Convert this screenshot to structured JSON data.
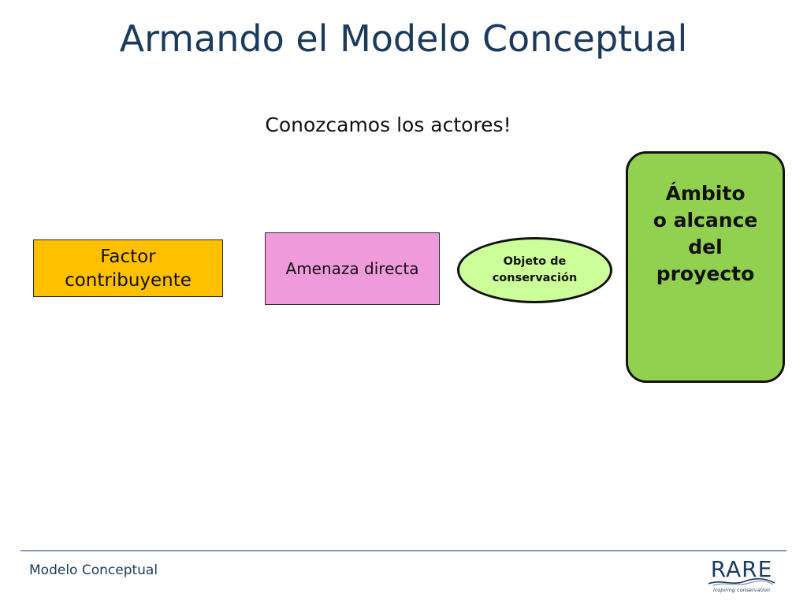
{
  "slide": {
    "title": "Armando el Modelo Conceptual",
    "subtitle": "Conozcamos los actores!"
  },
  "diagram": {
    "nodes": [
      {
        "id": "factor",
        "label": "Factor\ncontribuyente",
        "shape": "rectangle",
        "fill": "#ffc000"
      },
      {
        "id": "amenaza",
        "label": "Amenaza directa",
        "shape": "rectangle",
        "fill": "#ee9adb"
      },
      {
        "id": "objeto",
        "label": "Objeto de\nconservación",
        "shape": "ellipse",
        "fill": "#ccff99"
      },
      {
        "id": "ambito",
        "label": "Ámbito\no alcance\ndel\nproyecto",
        "shape": "rounded-rectangle",
        "fill": "#92d050"
      }
    ]
  },
  "footer": {
    "label": "Modelo Conceptual",
    "logo_text": "RARE",
    "logo_tagline": "inspiring conservation"
  },
  "colors": {
    "title": "#1b3a5c",
    "footer_rule": "#8a98b3"
  }
}
